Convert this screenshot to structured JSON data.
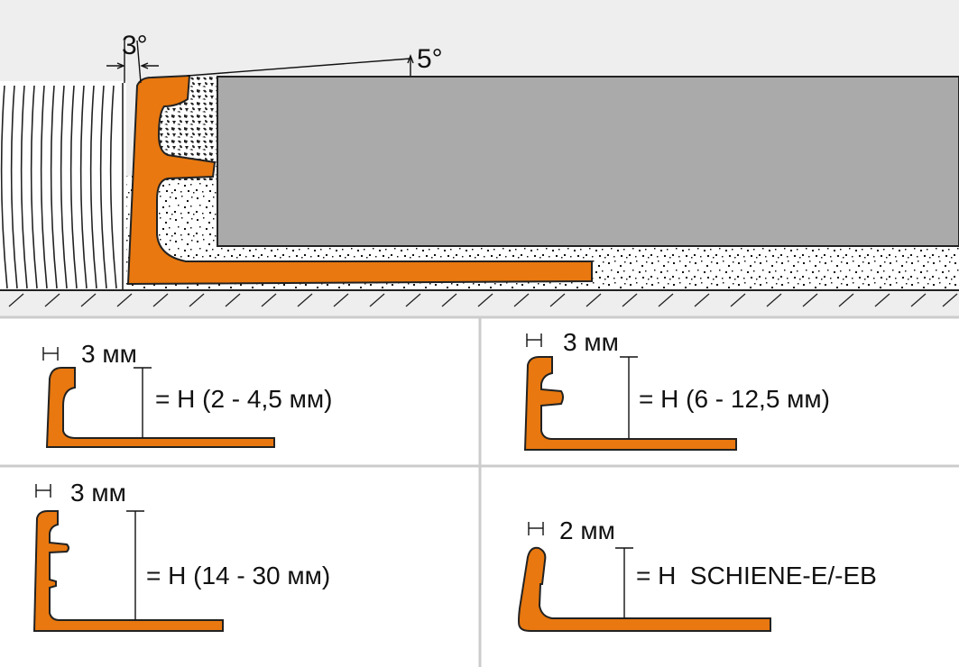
{
  "colors": {
    "profile": "#e8780f",
    "profile_stroke": "#222222",
    "tile": "#aaaaaa",
    "wall": "#eeeeee",
    "divider": "#cccccc",
    "line": "#111111"
  },
  "top": {
    "angle_wall": "3°",
    "angle_tile": "5°"
  },
  "panels": [
    {
      "width": "3 мм",
      "height": "= H (2 - 4,5 мм)"
    },
    {
      "width": "3 мм",
      "height": "= H (6 - 12,5 мм)"
    },
    {
      "width": "3 мм",
      "height": "= H (14 - 30 мм)"
    },
    {
      "width": "2 мм",
      "height": "= H  SCHIENE-E/-EB"
    }
  ]
}
